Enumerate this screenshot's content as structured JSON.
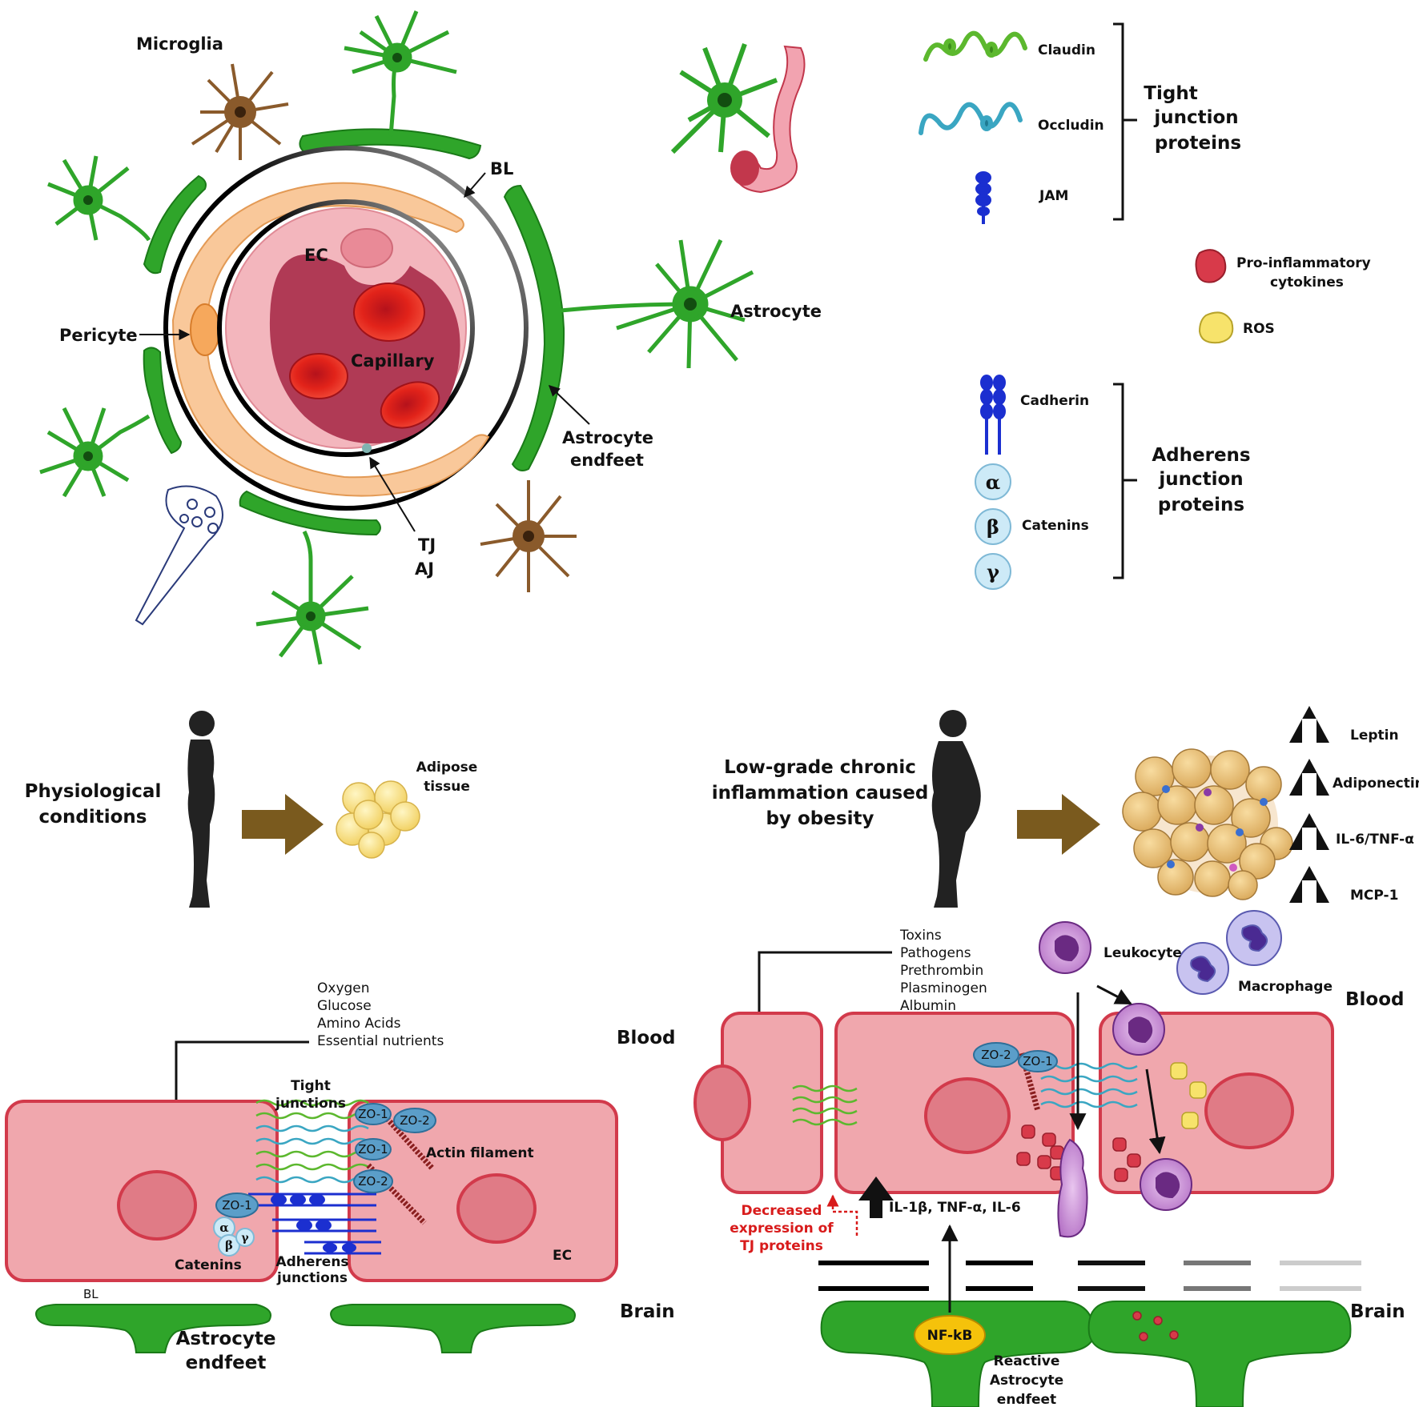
{
  "top": {
    "microglia": "Microglia",
    "bl": "BL",
    "ec": "EC",
    "capillary": "Capillary",
    "pericyte": "Pericyte",
    "astrocyte": "Astrocyte",
    "astro_endfeet_1": "Astrocyte",
    "astro_endfeet_2": "endfeet",
    "tj": "TJ",
    "aj": "AJ"
  },
  "legend": {
    "claudin": "Claudin",
    "occludin": "Occludin",
    "jam": "JAM",
    "tjp_1": "Tight",
    "tjp_2": "junction",
    "tjp_3": "proteins",
    "proinf_1": "Pro-inflammatory",
    "proinf_2": "cytokines",
    "ros": "ROS",
    "cadherin": "Cadherin",
    "alpha": "α",
    "beta": "β",
    "gamma": "γ",
    "catenins": "Catenins",
    "ajp_1": "Adherens",
    "ajp_2": "junction",
    "ajp_3": "proteins"
  },
  "left": {
    "phys_1": "Physiological",
    "phys_2": "conditions",
    "adipose_1": "Adipose",
    "adipose_2": "tissue",
    "nutrients": [
      "Oxygen",
      "Glucose",
      "Amino Acids",
      "Essential nutrients"
    ],
    "blood": "Blood",
    "brain": "Brain",
    "tight_1": "Tight",
    "tight_2": "junctions",
    "zo1_a": "ZO-1",
    "zo2_a": "ZO-2",
    "zo1_b": "ZO-1",
    "zo2_b": "ZO-2",
    "zo1_c": "ZO-1",
    "actin": "Actin filament",
    "alpha": "α",
    "beta": "β",
    "gamma": "γ",
    "catenins": "Catenins",
    "adh_1": "Adherens",
    "adh_2": "junctions",
    "ec": "EC",
    "bl": "BL",
    "endfeet_1": "Astrocyte",
    "endfeet_2": "endfeet"
  },
  "right": {
    "lowgrade": [
      "Low-grade chronic",
      "inflammation caused",
      "by obesity"
    ],
    "markers": [
      "Leptin",
      "Adiponectin",
      "IL-6/TNF-α",
      "MCP-1"
    ],
    "toxins": [
      "Toxins",
      "Pathogens",
      "Prethrombin",
      "Plasminogen",
      "Albumin"
    ],
    "leukocyte": "Leukocyte",
    "macrophage": "Macrophage",
    "blood": "Blood",
    "brain": "Brain",
    "zo2": "ZO-2",
    "zo1": "ZO-1",
    "decreased": [
      "Decreased",
      "expression of",
      "TJ proteins"
    ],
    "cytokines": "IL-1β, TNF-α, IL-6",
    "nfkb": "NF-kB",
    "reactive": [
      "Reactive",
      "Astrocyte",
      "endfeet"
    ]
  },
  "colors": {
    "astro_green": "#2fa52a",
    "cell_pink": "#f0a7ad",
    "cell_border": "#d23a4b",
    "nucleus": "#e07b86",
    "arrow_brown": "#7a5a1e",
    "jam_blue": "#1b2fd0",
    "occludin_teal": "#3aa6c2",
    "claudin_green": "#5cb82e",
    "ros_yellow": "#f7e36b",
    "cytokine_red": "#d83a4a"
  }
}
